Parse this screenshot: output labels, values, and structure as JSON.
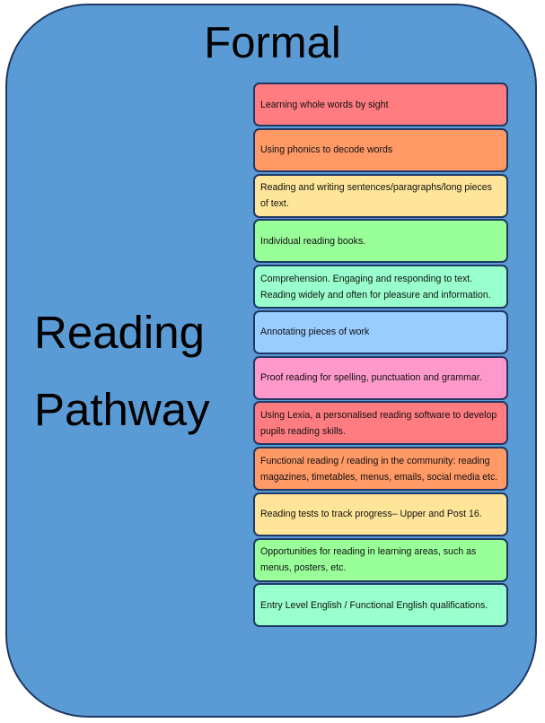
{
  "title": "Formal",
  "side_title": {
    "line1": "Reading",
    "line2": "Pathway"
  },
  "steps": [
    {
      "text": "Learning whole words by sight",
      "color": "#ff7c80"
    },
    {
      "text": "Using phonics to decode words",
      "color": "#ff9966"
    },
    {
      "text": "Reading and writing sentences/paragraphs/long pieces of text.",
      "color": "#ffe599"
    },
    {
      "text": "Individual reading books.",
      "color": "#99ff99"
    },
    {
      "text": "Comprehension. Engaging and responding to text. Reading widely and often for pleasure and information.",
      "color": "#99ffcc"
    },
    {
      "text": "Annotating pieces of work",
      "color": "#99ccff"
    },
    {
      "text": "Proof reading for spelling, punctuation and grammar.",
      "color": "#ff99cc"
    },
    {
      "text": "Using Lexia, a personalised reading software to develop pupils reading skills.",
      "color": "#ff7c80"
    },
    {
      "text": "Functional reading / reading in the community: reading magazines, timetables, menus, emails, social media etc.",
      "color": "#ff9966"
    },
    {
      "text": "Reading tests to track progress– Upper and Post 16.",
      "color": "#ffe599"
    },
    {
      "text": "Opportunities for reading in learning areas, such as menus, posters, etc.",
      "color": "#99ff99"
    },
    {
      "text": "Entry Level English / Functional English qualifications.",
      "color": "#99ffcc"
    }
  ]
}
